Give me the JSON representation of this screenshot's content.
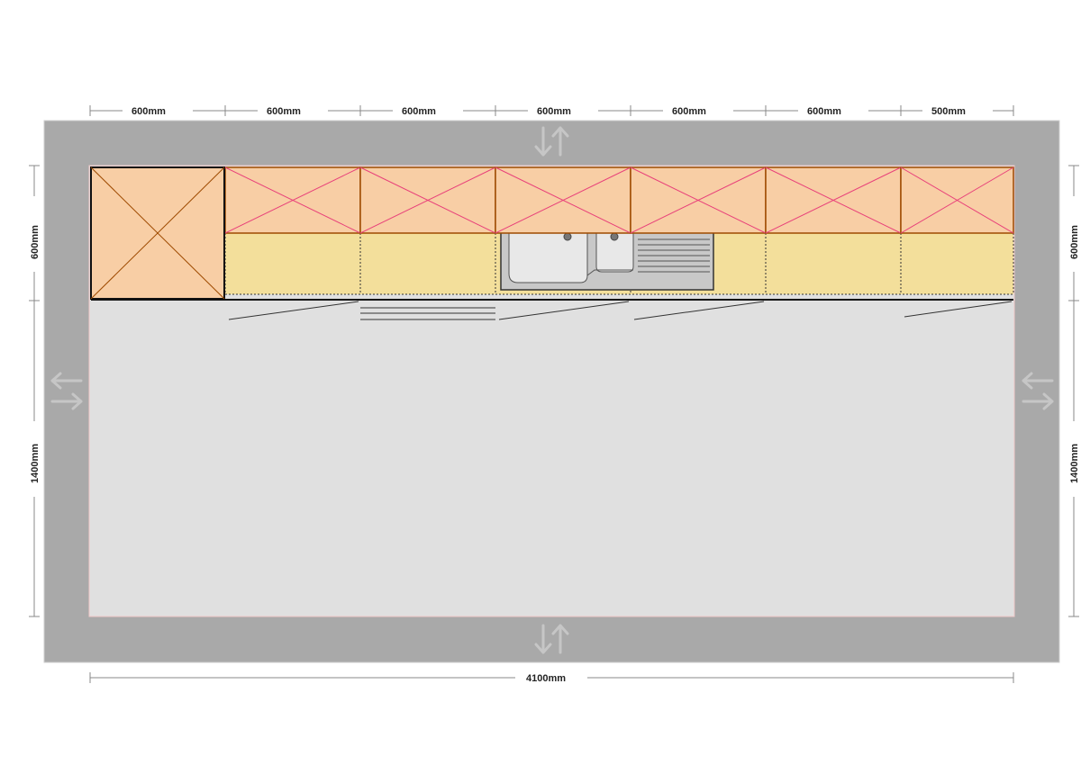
{
  "plan": {
    "top_dimensions": [
      "600mm",
      "600mm",
      "600mm",
      "600mm",
      "600mm",
      "600mm",
      "500mm"
    ],
    "left_dimensions": [
      "600mm",
      "1400mm"
    ],
    "right_dimensions": [
      "600mm",
      "1400mm"
    ],
    "bottom_dimension": "4100mm",
    "colors": {
      "wall": "#a9a9a9",
      "floor": "#e0e0e0",
      "wall_cabinet": "#f8cea5",
      "base_cabinet": "#f3df9b",
      "tall_cabinet": "#f8cea5",
      "cabinet_outline": "#9e4a00",
      "cross_line": "#e8417a",
      "sink": "#d4d4d4",
      "dimension_line": "#888888",
      "arrow": "#c6c6c6"
    },
    "icons": [
      "double-arrow-vertical-icon",
      "double-arrow-horizontal-icon"
    ]
  }
}
